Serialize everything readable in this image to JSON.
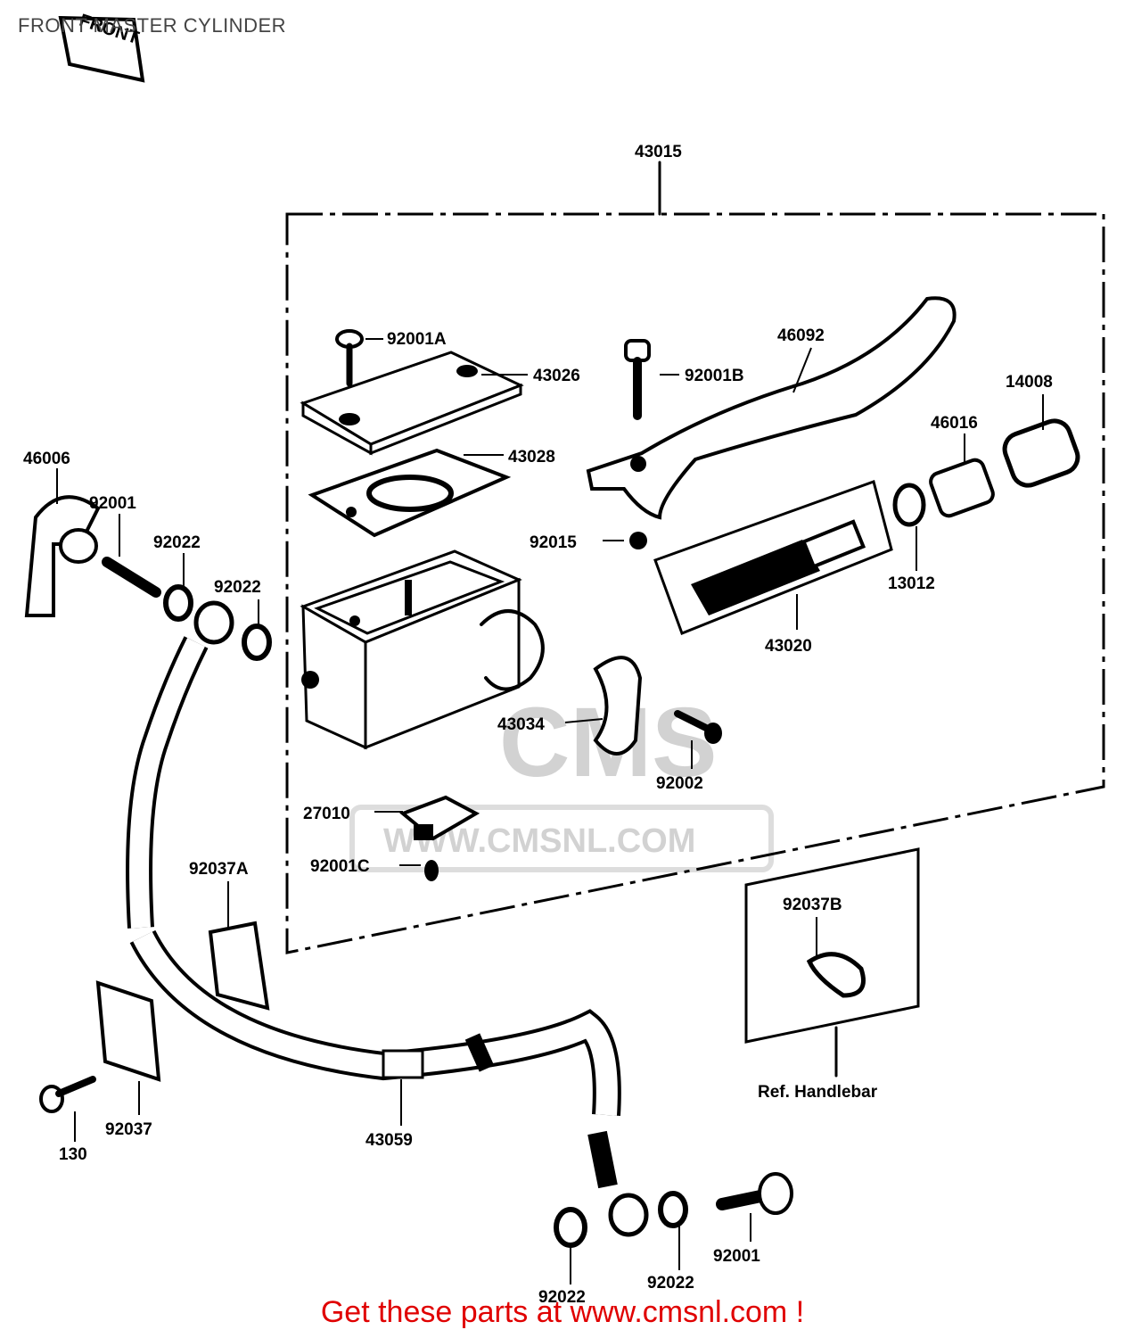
{
  "title": "FRONT MASTER CYLINDER",
  "front_badge": "FRONT",
  "watermark": {
    "logo": "CMS",
    "site": "WWW.CMSNL.COM"
  },
  "footer": "Get these parts at www.cmsnl.com !",
  "colors": {
    "footer_text": "#e00000",
    "diagram_ink": "#000000",
    "watermark": "#d2d2d2"
  },
  "labels": {
    "p43015": "43015",
    "p92001A": "92001A",
    "p43026": "43026",
    "p92001B": "92001B",
    "p46092": "46092",
    "p14008": "14008",
    "p46016": "46016",
    "p43028": "43028",
    "p46006": "46006",
    "p92001_top": "92001",
    "p92022_a": "92022",
    "p92022_b": "92022",
    "p92015": "92015",
    "p13012": "13012",
    "p43020": "43020",
    "p43034": "43034",
    "p92002": "92002",
    "p27010": "27010",
    "p92001C": "92001C",
    "p92037A": "92037A",
    "p92037B": "92037B",
    "ref_handlebar": "Ref. Handlebar",
    "p130": "130",
    "p92037": "92037",
    "p43059": "43059",
    "p92001_bottom": "92001",
    "p92022_c": "92022",
    "p92022_d": "92022"
  }
}
